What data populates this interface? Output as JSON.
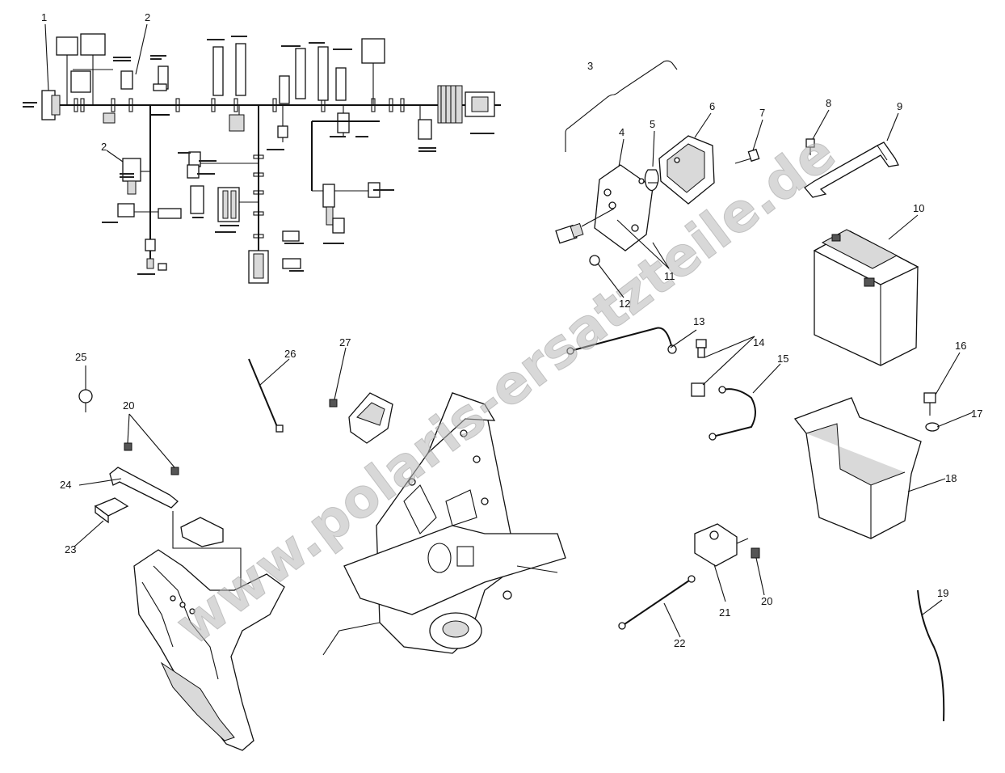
{
  "watermark": "www.polaris-ersatzteile.de",
  "callouts": [
    {
      "id": "c1",
      "text": "1"
    },
    {
      "id": "c2a",
      "text": "2"
    },
    {
      "id": "c2b",
      "text": "2"
    },
    {
      "id": "c3",
      "text": "3"
    },
    {
      "id": "c4",
      "text": "4"
    },
    {
      "id": "c5",
      "text": "5"
    },
    {
      "id": "c6",
      "text": "6"
    },
    {
      "id": "c7",
      "text": "7"
    },
    {
      "id": "c8",
      "text": "8"
    },
    {
      "id": "c9",
      "text": "9"
    },
    {
      "id": "c10",
      "text": "10"
    },
    {
      "id": "c11",
      "text": "11"
    },
    {
      "id": "c12",
      "text": "12"
    },
    {
      "id": "c13",
      "text": "13"
    },
    {
      "id": "c14",
      "text": "14"
    },
    {
      "id": "c15",
      "text": "15"
    },
    {
      "id": "c16",
      "text": "16"
    },
    {
      "id": "c17",
      "text": "17"
    },
    {
      "id": "c18",
      "text": "18"
    },
    {
      "id": "c19",
      "text": "19"
    },
    {
      "id": "c20a",
      "text": "20"
    },
    {
      "id": "c20b",
      "text": "20"
    },
    {
      "id": "c21",
      "text": "21"
    },
    {
      "id": "c22",
      "text": "22"
    },
    {
      "id": "c23",
      "text": "23"
    },
    {
      "id": "c24",
      "text": "24"
    },
    {
      "id": "c25",
      "text": "25"
    },
    {
      "id": "c26",
      "text": "26"
    },
    {
      "id": "c27",
      "text": "27"
    }
  ]
}
